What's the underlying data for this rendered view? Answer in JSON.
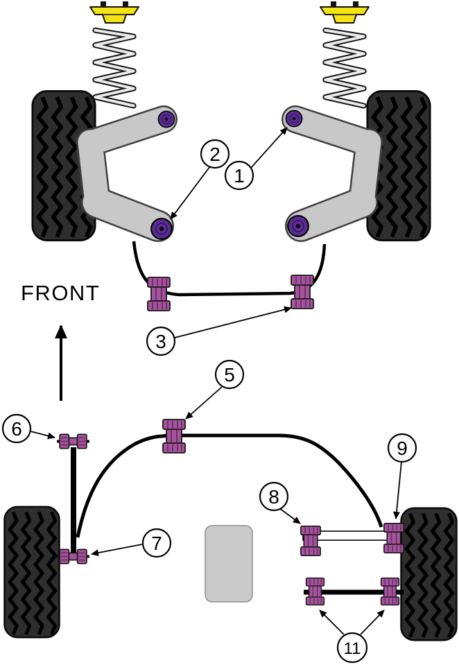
{
  "diagram": {
    "front_label": "FRONT",
    "callouts": [
      {
        "label": "1"
      },
      {
        "label": "2"
      },
      {
        "label": "3"
      },
      {
        "label": "5"
      },
      {
        "label": "6"
      },
      {
        "label": "7"
      },
      {
        "label": "8"
      },
      {
        "label": "9"
      },
      {
        "label": "11"
      }
    ],
    "colors": {
      "bush_purple": "#5c2d91",
      "ribbed_bush_purple": "#a4549c",
      "top_mount_yellow": "#f5e415",
      "wishbone_gray": "#c8c8c8",
      "tire_gray": "#2e2e2e",
      "background": "#ffffff"
    }
  }
}
